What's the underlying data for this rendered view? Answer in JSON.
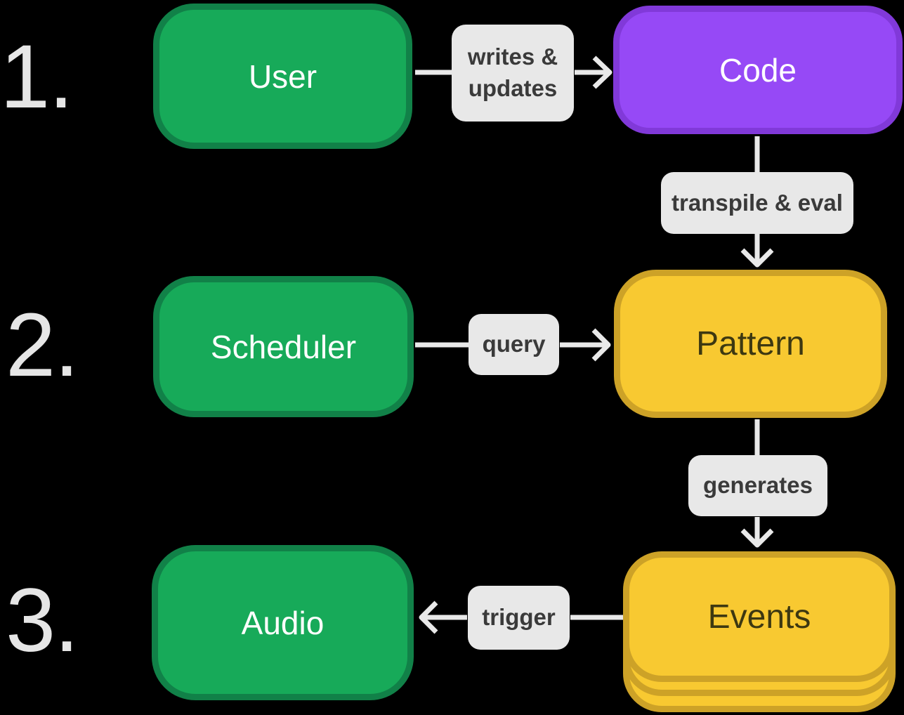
{
  "colors": {
    "bg": "#000000",
    "green_fill": "#17AA59",
    "green_border": "#118148",
    "purple_fill": "#9649F6",
    "purple_border": "#8139D9",
    "yellow_fill": "#F8C931",
    "yellow_border": "#CDA227",
    "label_bg": "#E8E8E8",
    "label_text": "#3A3A3A",
    "arrow": "#E9E9E9",
    "number_text": "#E6E6E6",
    "node_text_light": "#FFFFFF",
    "node_text_dark": "#3D3811"
  },
  "steps": [
    {
      "number": "1."
    },
    {
      "number": "2."
    },
    {
      "number": "3."
    }
  ],
  "nodes": {
    "user": {
      "label": "User"
    },
    "code": {
      "label": "Code"
    },
    "scheduler": {
      "label": "Scheduler"
    },
    "pattern": {
      "label": "Pattern"
    },
    "audio": {
      "label": "Audio"
    },
    "events": {
      "label": "Events"
    }
  },
  "edges": {
    "writes_updates": {
      "label": "writes & updates"
    },
    "transpile_eval": {
      "label": "transpile & eval"
    },
    "query": {
      "label": "query"
    },
    "generates": {
      "label": "generates"
    },
    "trigger": {
      "label": "trigger"
    }
  }
}
